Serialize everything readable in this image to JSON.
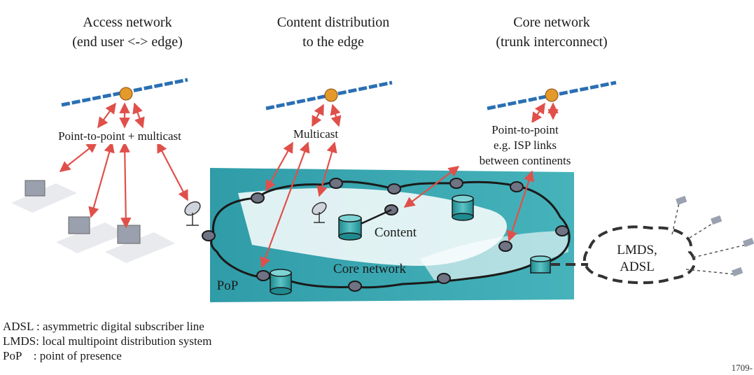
{
  "headers": {
    "access": {
      "line1": "Access network",
      "line2": "(end user <-> edge)"
    },
    "distribution": {
      "line1": "Content distribution",
      "line2": "to the edge"
    },
    "core": {
      "line1": "Core network",
      "line2": "(trunk interconnect)"
    }
  },
  "labels": {
    "point_multicast": "Point-to-point + multicast",
    "multicast": "Multicast",
    "ptp_line1": "Point-to-point",
    "ptp_line2": "e.g. ISP links",
    "ptp_line3": "between continents",
    "content": "Content",
    "core_network": "Core network",
    "pop": "PoP",
    "lmds": "LMDS,",
    "adsl": "ADSL"
  },
  "legend": [
    "ADSL : asymmetric digital subscriber line",
    "LMDS: local multipoint distribution system",
    "PoP    : point of presence"
  ],
  "figure_id": "1709-",
  "colors": {
    "teal": "#3aa6b0",
    "arrow": "#e0504a",
    "node": "#707585",
    "satellite_panel": "#2a6fb3"
  }
}
